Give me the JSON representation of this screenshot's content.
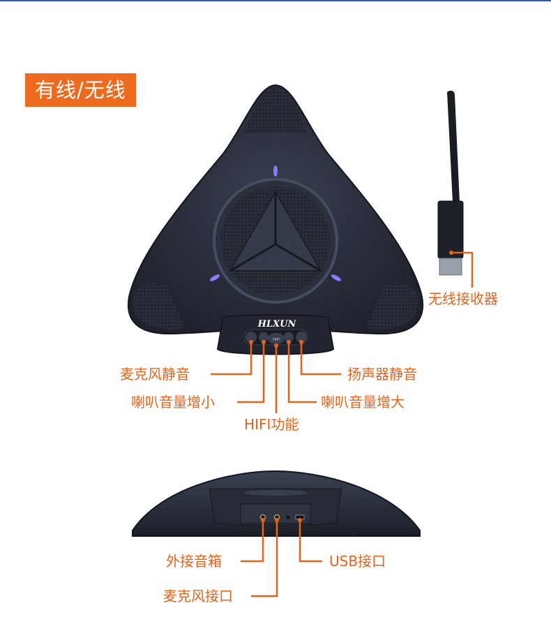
{
  "badge": {
    "text": "有线/无线"
  },
  "device": {
    "brand": "HLXUN",
    "hifi_key": "HIFI"
  },
  "labels": {
    "wireless_receiver": "无线接收器",
    "mic_mute": "麦克风静音",
    "speaker_mute": "扬声器静音",
    "volume_down": "喇叭音量增小",
    "volume_up": "喇叭音量增大",
    "hifi": "HIFI功能",
    "ext_speaker": "外接音箱",
    "usb_port": "USB接口",
    "mic_port": "麦克风接口"
  },
  "colors": {
    "accent": "#e8631a",
    "badge": "#ee6a1f",
    "device": "#2b2f3d",
    "led": "#7b7bff"
  }
}
